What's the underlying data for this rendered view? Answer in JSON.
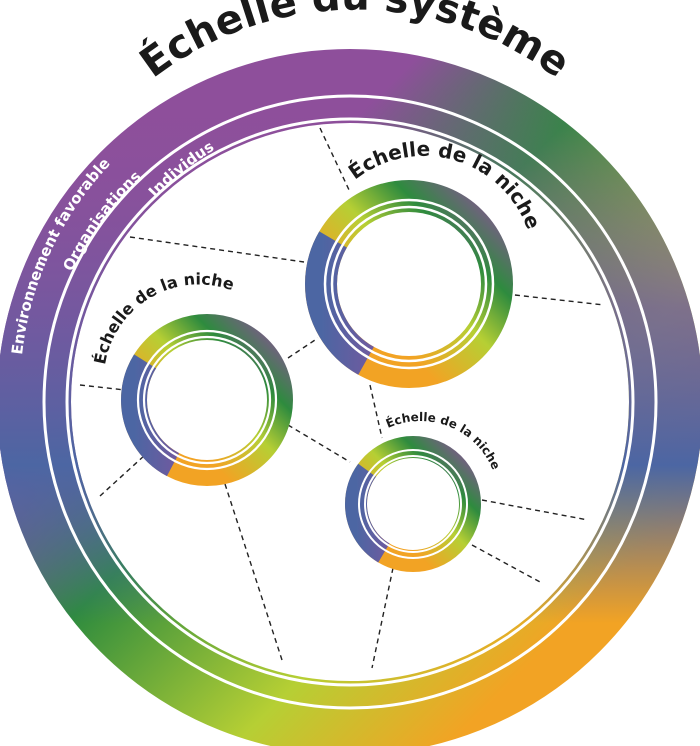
{
  "title": "Échelle du système",
  "ring_labels": {
    "outer": "Environnement favorable",
    "middle": "Organisations",
    "inner": "Individus"
  },
  "niches": [
    {
      "label": "Échelle de la niche"
    },
    {
      "label": "Échelle de la niche"
    },
    {
      "label": "Échelle de la niche"
    }
  ],
  "colors": {
    "purple": "#8e4f9b",
    "green": "#2e8b3e",
    "lime": "#b6cf34",
    "orange": "#f2a324",
    "blue": "#4c66a3"
  }
}
